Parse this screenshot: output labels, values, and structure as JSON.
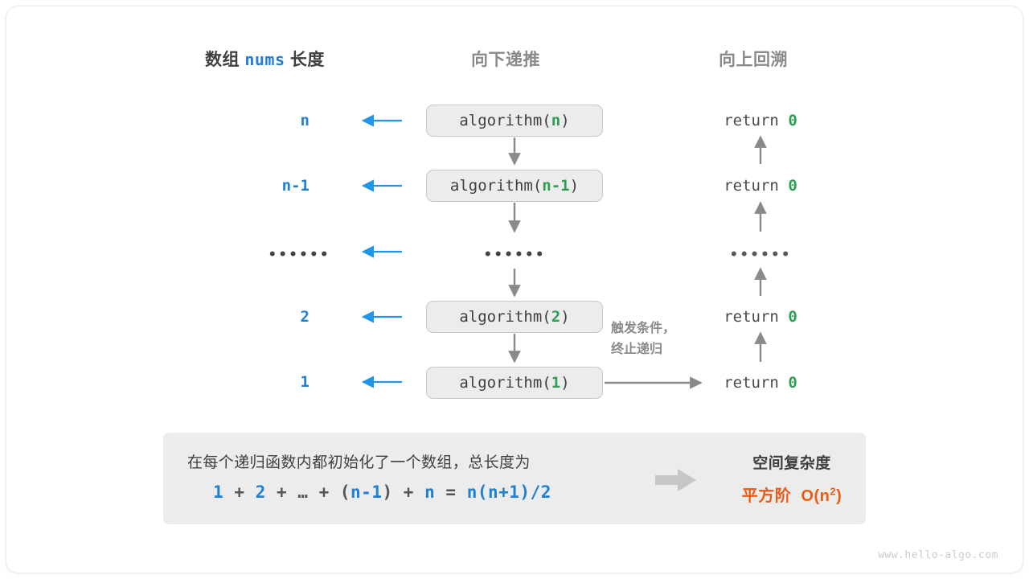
{
  "headers": {
    "left_prefix": "数组",
    "left_code": "nums",
    "left_suffix": "长度",
    "middle": "向下递推",
    "right": "向上回溯"
  },
  "colors": {
    "blue": "#1f7fd0",
    "green": "#2e9e52",
    "gray": "#8a8a8a",
    "orange": "#ec5b16",
    "box_fill": "#ececec",
    "box_border": "#c8c8c8",
    "arrow_gray": "#8a8a8a"
  },
  "rows": [
    {
      "size": "n",
      "call_prefix": "algorithm(",
      "call_arg": "n",
      "call_suffix": ")",
      "return_text": "return",
      "return_value": "0",
      "is_ellipsis": false
    },
    {
      "size": "n-1",
      "call_prefix": "algorithm(",
      "call_arg": "n-1",
      "call_suffix": ")",
      "return_text": "return",
      "return_value": "0",
      "is_ellipsis": false
    },
    {
      "size": "••••••",
      "call_prefix": "",
      "call_arg": "••••••",
      "call_suffix": "",
      "return_text": "",
      "return_value": "••••••",
      "is_ellipsis": true
    },
    {
      "size": "2",
      "call_prefix": "algorithm(",
      "call_arg": "2",
      "call_suffix": ")",
      "return_text": "return",
      "return_value": "0",
      "is_ellipsis": false
    },
    {
      "size": "1",
      "call_prefix": "algorithm(",
      "call_arg": "1",
      "call_suffix": ")",
      "return_text": "return",
      "return_value": "0",
      "is_ellipsis": false
    }
  ],
  "trigger_note": {
    "line1": "触发条件，",
    "line2": "终止递归"
  },
  "summary": {
    "description": "在每个递归函数内都初始化了一个数组，总长度为",
    "formula": {
      "t1": "1",
      "o1": "+",
      "t2": "2",
      "o2": "+",
      "t3": "…",
      "o3": "+",
      "p1": "(",
      "t4": "n-1",
      "p2": ")",
      "o4": "+",
      "t5": "n",
      "eq": "=",
      "t6": "n(n+1)/2"
    },
    "right_title": "空间复杂度",
    "right_value_label": "平方阶",
    "right_value_big": "O(n",
    "right_value_sup": "2",
    "right_value_close": ")"
  },
  "watermark": "www.hello-algo.com"
}
